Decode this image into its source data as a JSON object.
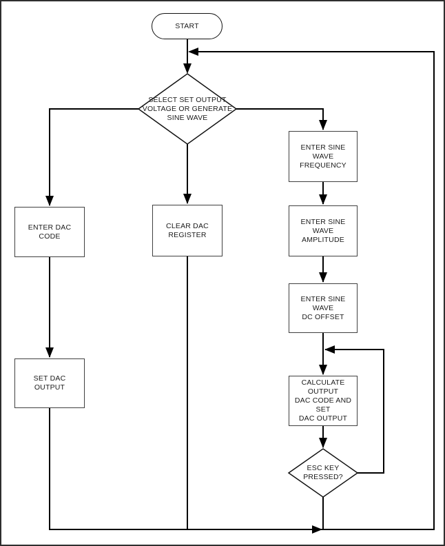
{
  "page": {
    "background": "#ffffff",
    "border_color": "#2f2f2f"
  },
  "colors": {
    "line": "#000000",
    "process_border": "#3f3f3f",
    "text": "#1a1a1a",
    "shape_fill": "#ffffff"
  },
  "flowchart": {
    "description": "Flowchart: select set output voltage or generate sine wave",
    "nodes": {
      "start": {
        "type": "terminator",
        "label": "START"
      },
      "select_mode": {
        "type": "decision",
        "label": "SELECT SET OUTPUT\nVOLTAGE OR GENERATE\nSINE WAVE"
      },
      "enter_dac_code": {
        "type": "process",
        "label": "ENTER DAC CODE"
      },
      "set_dac_output": {
        "type": "process",
        "label": "SET DAC OUTPUT"
      },
      "clear_dac_register": {
        "type": "process",
        "label": "CLEAR DAC\nREGISTER"
      },
      "enter_sine_frequency": {
        "type": "process",
        "label": "ENTER SINE WAVE\nFREQUENCY"
      },
      "enter_sine_amplitude": {
        "type": "process",
        "label": "ENTER SINE WAVE\nAMPLITUDE"
      },
      "enter_sine_dc_offset": {
        "type": "process",
        "label": "ENTER SINE WAVE\nDC OFFSET"
      },
      "calculate_output": {
        "type": "process",
        "label": "CALCULATE OUTPUT\nDAC CODE AND SET\nDAC OUTPUT"
      },
      "esc_key_pressed": {
        "type": "decision",
        "label": "ESC KEY\nPRESSED?"
      }
    }
  }
}
